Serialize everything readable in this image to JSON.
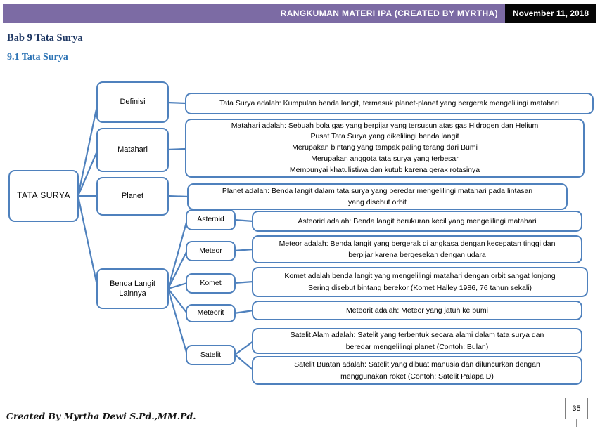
{
  "header": {
    "title": "RANGKUMAN MATERI IPA (CREATED BY MYRTHA)",
    "date": "November 11, 2018",
    "bar_color": "#7C6BA4",
    "date_bg": "#060606"
  },
  "headings": {
    "chapter": "Bab 9 Tata Surya",
    "section": "9.1 Tata Surya",
    "chapter_color": "#1F3864",
    "section_color": "#2E74B5"
  },
  "diagram": {
    "accent_color": "#4F81BD",
    "root_label": "TATA SURYA",
    "definisi": {
      "label": "Definisi",
      "desc": "Tata Surya adalah: Kumpulan benda langit, termasuk planet-planet yang bergerak mengelilingi matahari"
    },
    "matahari": {
      "label": "Matahari",
      "desc": "Matahari adalah: Sebuah bola gas yang berpijar yang tersusun atas gas Hidrogen dan Helium\nPusat Tata Surya yang dikelilingi benda langit\nMerupakan bintang yang tampak paling terang dari Bumi\nMerupakan anggota tata surya yang terbesar\nMempunyai khatulistiwa dan kutub karena gerak rotasinya"
    },
    "planet": {
      "label": "Planet",
      "desc": "Planet adalah: Benda langit dalam tata surya yang beredar mengelilingi matahari pada lintasan\nyang disebut orbit"
    },
    "benda_langit": {
      "label": "Benda Langit\nLainnya"
    },
    "asteroid": {
      "label": "Asteroid",
      "desc": "Asteorid adalah: Benda langit berukuran kecil yang mengelilingi matahari"
    },
    "meteor": {
      "label": "Meteor",
      "desc": "Meteor adalah: Benda langit yang bergerak di angkasa dengan kecepatan tinggi dan\nberpijar karena bergesekan dengan udara"
    },
    "komet": {
      "label": "Komet",
      "desc": "Komet adalah benda langit yang mengelilingi matahari dengan orbit sangat lonjong\nSering disebut bintang berekor (Komet Halley 1986, 76 tahun sekali)"
    },
    "meteorit": {
      "label": "Meteorit",
      "desc": "Meteorit adalah: Meteor yang jatuh ke bumi"
    },
    "satelit": {
      "label": "Satelit",
      "desc_alam": "Satelit Alam adalah: Satelit yang terbentuk secara alami dalam tata surya dan\nberedar mengelilingi planet (Contoh: Bulan)",
      "desc_buatan": "Satelit Buatan adalah: Satelit yang dibuat manusia dan diluncurkan dengan\nmenggunakan roket (Contoh: Satelit Palapa D)"
    }
  },
  "footer": {
    "credit": "Created By Myrtha Dewi S.Pd.,MM.Pd.",
    "page_number": "35"
  }
}
